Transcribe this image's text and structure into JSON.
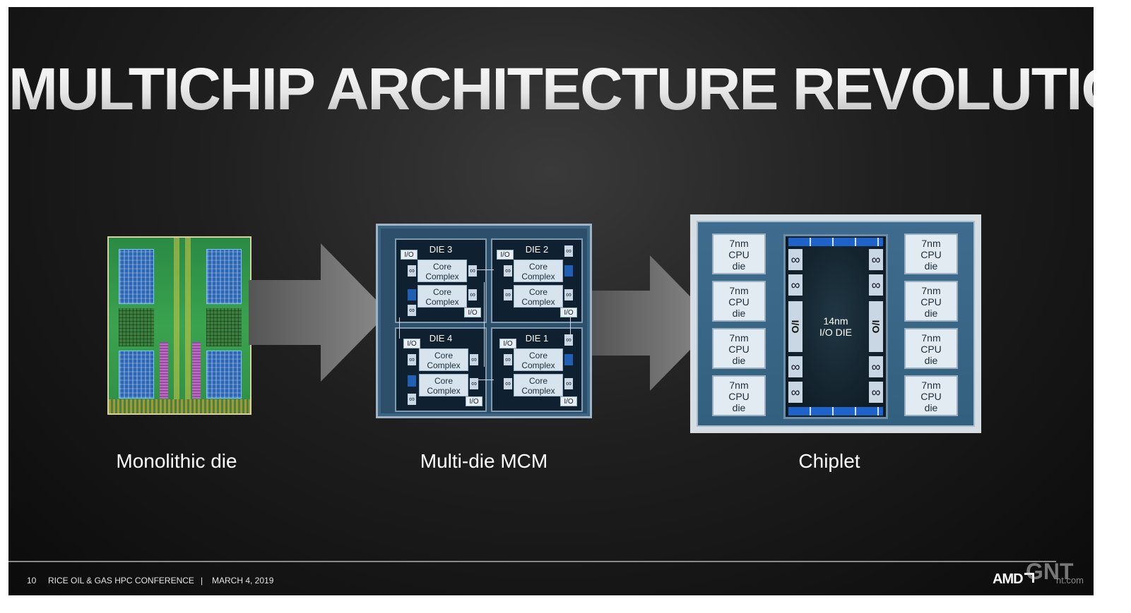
{
  "title": "MULTICHIP ARCHITECTURE REVOLUTION",
  "captions": {
    "monolithic": "Monolithic die",
    "mcm": "Multi-die MCM",
    "chiplet": "Chiplet"
  },
  "mcm": {
    "dies": [
      {
        "label": "DIE 3",
        "io": "I/O",
        "core": "Core Complex"
      },
      {
        "label": "DIE 2",
        "io": "I/O",
        "core": "Core Complex"
      },
      {
        "label": "DIE 4",
        "io": "I/O",
        "core": "Core Complex"
      },
      {
        "label": "DIE 1",
        "io": "I/O",
        "core": "Core Complex"
      }
    ],
    "infinity": "∞"
  },
  "chiplet": {
    "cpu_line1": "7nm",
    "cpu_line2": "CPU",
    "cpu_line3": "die",
    "io_die_line1": "14nm",
    "io_die_line2": "I/O DIE",
    "io_side": "I/O",
    "infinity": "∞"
  },
  "footer": {
    "page": "10",
    "conference": "RICE OIL & GAS HPC CONFERENCE",
    "separator": "|",
    "date": "MARCH 4, 2019",
    "brand": "AMD"
  },
  "watermark": {
    "text": "GNT",
    "sub": "nt.com"
  },
  "colors": {
    "background": "#1f1f1f",
    "mcm_blue": "#2d4f6a",
    "chiplet_blue": "#3f6b8e",
    "io_blue": "#1d63c9"
  }
}
